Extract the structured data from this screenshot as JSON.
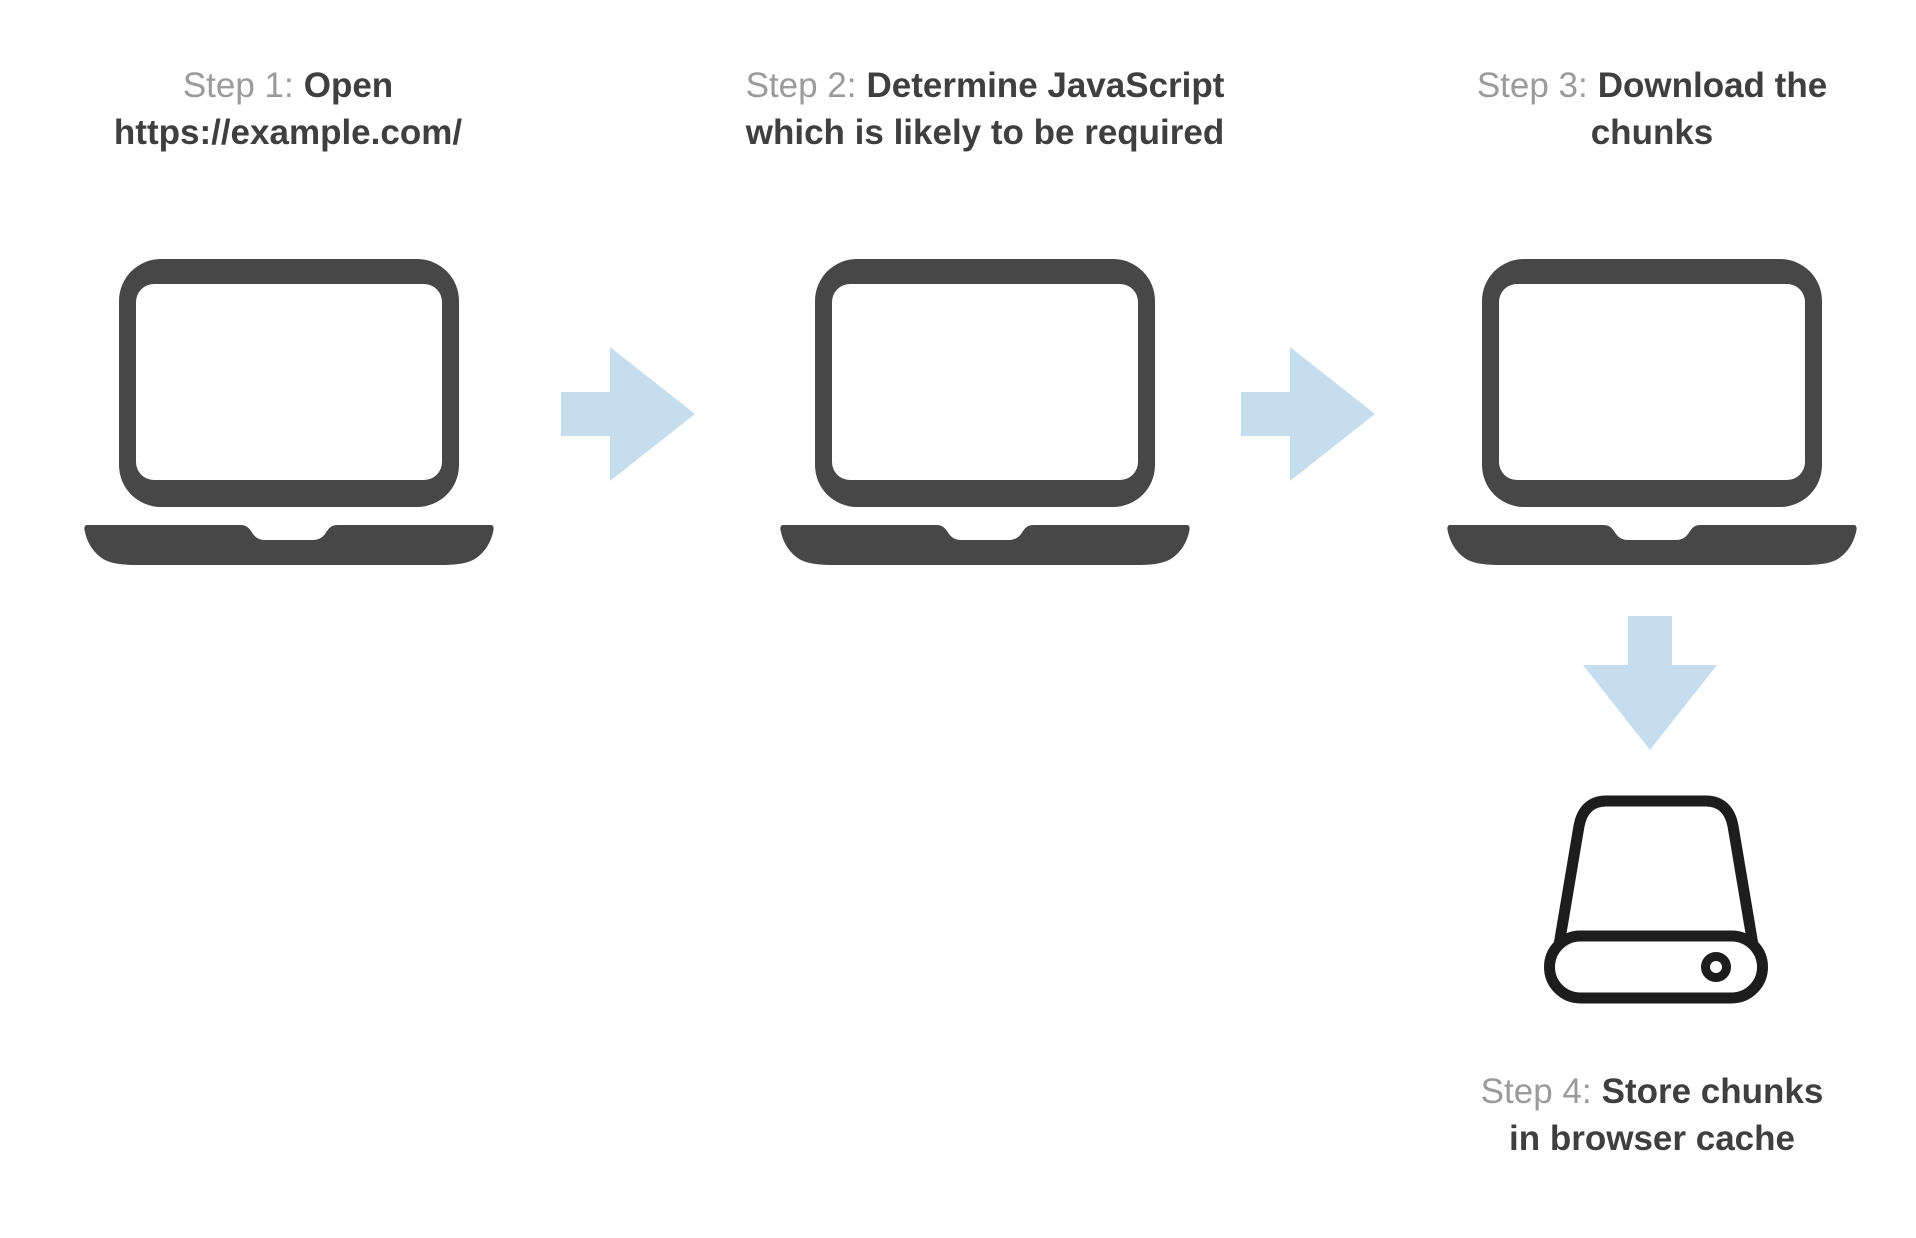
{
  "diagram": {
    "type": "flow",
    "background": "#ffffff",
    "colors": {
      "laptop": "#474747",
      "arrow": "#c5ddef",
      "drive": "#1d1d1d",
      "step_label": "#9b9b9b",
      "step_title": "#3f3f3f"
    },
    "steps": [
      {
        "label": "Step 1:",
        "title_line1": "Open",
        "title_line2": "https://example.com/",
        "icon": "laptop"
      },
      {
        "label": "Step 2:",
        "title_line1": "Determine JavaScript",
        "title_line2": "which is likely to be required",
        "icon": "laptop"
      },
      {
        "label": "Step 3:",
        "title_line1": "Download the",
        "title_line2": "chunks",
        "icon": "laptop"
      },
      {
        "label": "Step 4:",
        "title_line1": "Store chunks",
        "title_line2": "in browser cache",
        "icon": "hard-drive"
      }
    ],
    "connectors": [
      {
        "from": 1,
        "to": 2,
        "direction": "right"
      },
      {
        "from": 2,
        "to": 3,
        "direction": "right"
      },
      {
        "from": 3,
        "to": 4,
        "direction": "down"
      }
    ]
  }
}
